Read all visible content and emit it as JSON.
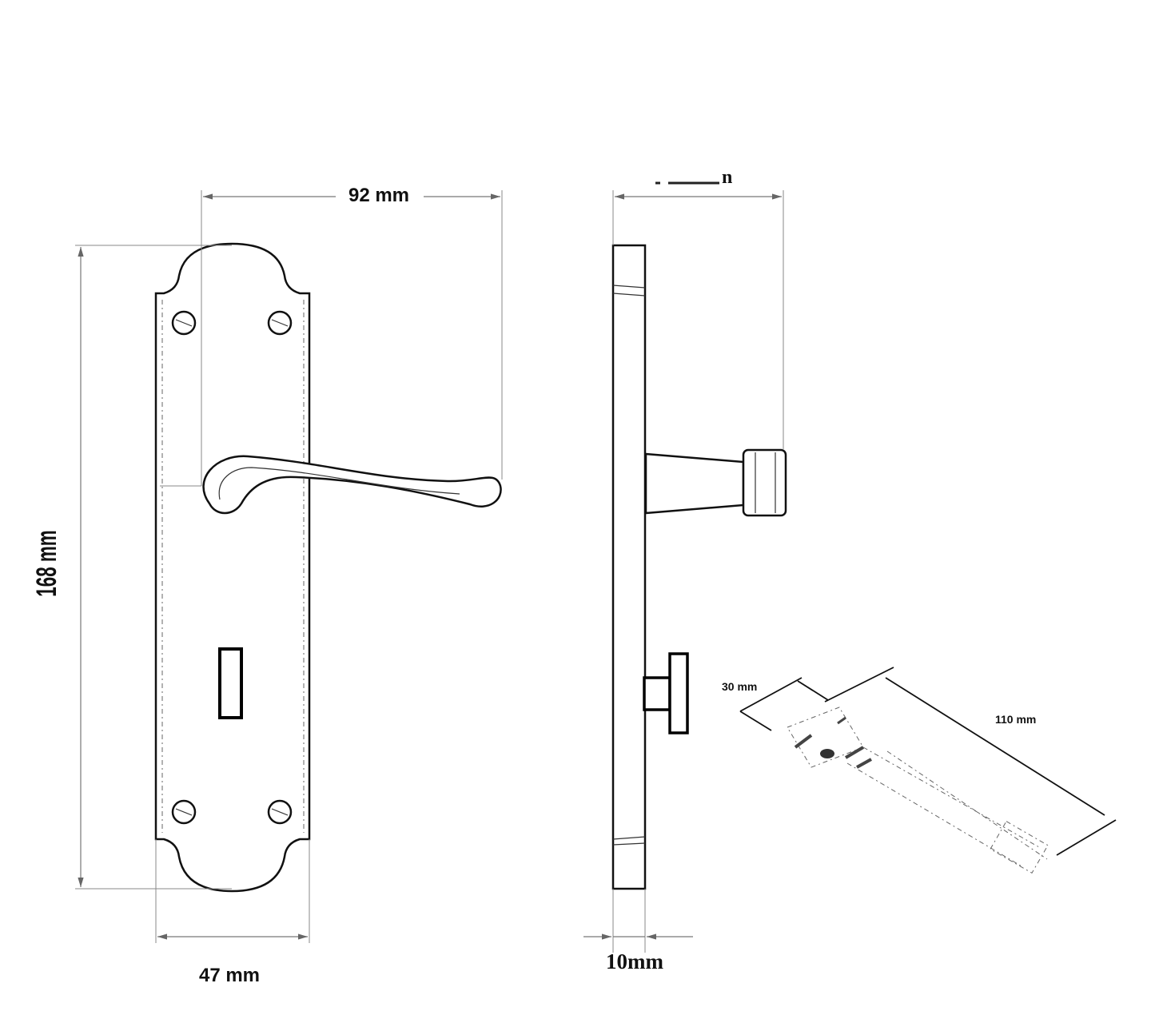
{
  "front_view": {
    "width_label": "92 mm",
    "height_label": "168 mm",
    "plate_width_label": "47 mm"
  },
  "side_view": {
    "top_label_partial": "n",
    "thickness_label": "10mm"
  },
  "key_view": {
    "head_label": "30 mm",
    "length_label": "110 mm"
  }
}
